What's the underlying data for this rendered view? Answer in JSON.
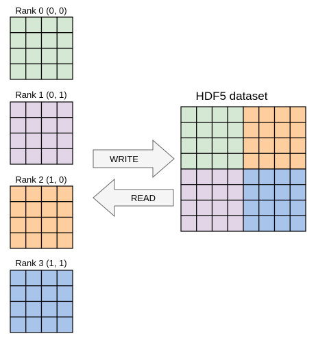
{
  "ranks": [
    {
      "label": "Rank 0 (0, 0)",
      "color_key": "green"
    },
    {
      "label": "Rank 1 (0, 1)",
      "color_key": "pink"
    },
    {
      "label": "Rank 2 (1, 0)",
      "color_key": "orange"
    },
    {
      "label": "Rank 3 (1, 1)",
      "color_key": "blue"
    }
  ],
  "dataset": {
    "title": "HDF5 dataset",
    "quadrants": [
      {
        "name": "top-left",
        "color_key": "green"
      },
      {
        "name": "top-right",
        "color_key": "orange"
      },
      {
        "name": "bottom-left",
        "color_key": "pink"
      },
      {
        "name": "bottom-right",
        "color_key": "blue"
      }
    ]
  },
  "arrows": {
    "write_label": "WRITE",
    "read_label": "READ"
  },
  "colors": {
    "green": "#d5e8d4",
    "pink": "#e1d5e7",
    "orange": "#ffce9f",
    "blue": "#a9c4eb",
    "arrow_fill": "#f5f5f5",
    "arrow_stroke": "#666666",
    "grid_stroke": "#000000"
  }
}
